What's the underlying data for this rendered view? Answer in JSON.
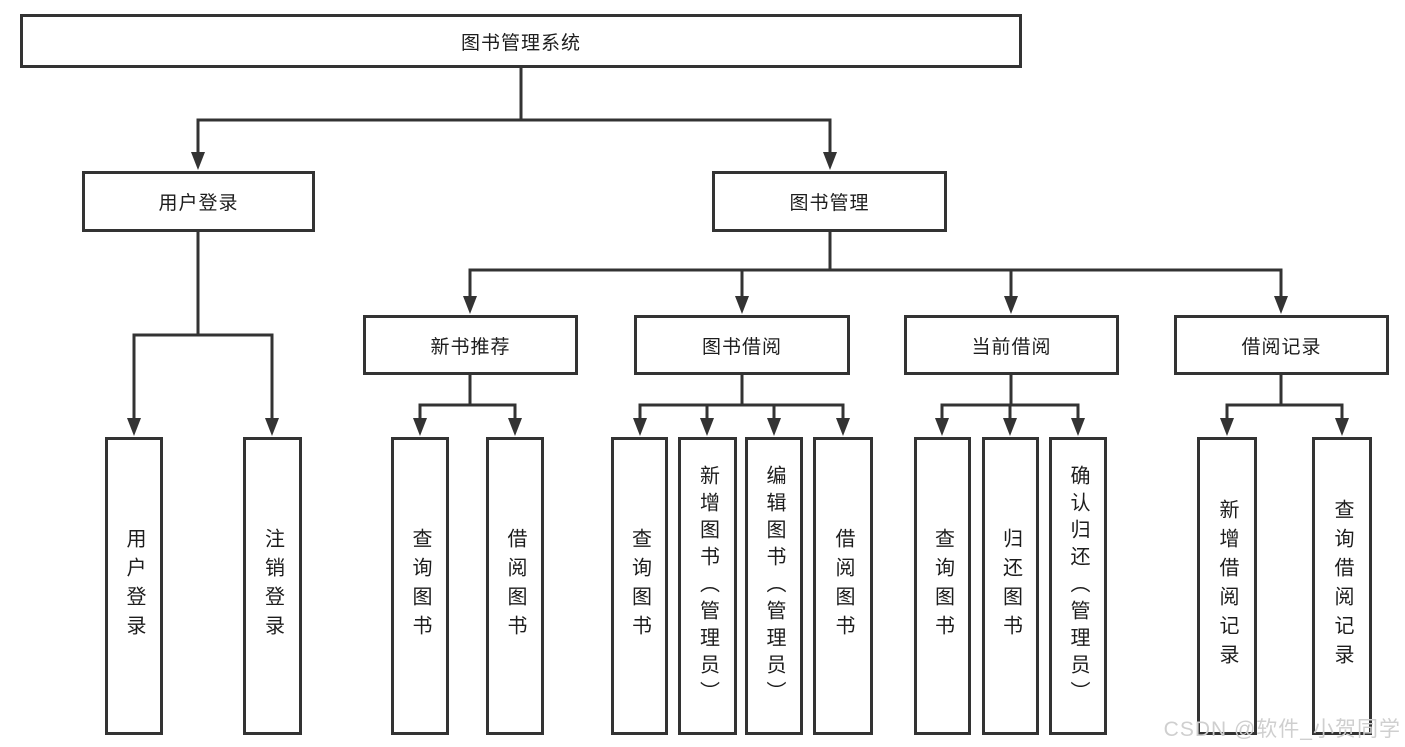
{
  "colors": {
    "line": "#333333",
    "box_border": "#333333",
    "text": "#1d1d1d",
    "watermark": "#cfcfcf",
    "background": "#ffffff"
  },
  "tree": {
    "root": {
      "label": "图书管理系统"
    },
    "level2": [
      {
        "label": "用户登录",
        "parent": "图书管理系统"
      },
      {
        "label": "图书管理",
        "parent": "图书管理系统"
      }
    ],
    "level3": [
      {
        "label": "新书推荐",
        "parent": "图书管理"
      },
      {
        "label": "图书借阅",
        "parent": "图书管理"
      },
      {
        "label": "当前借阅",
        "parent": "图书管理"
      },
      {
        "label": "借阅记录",
        "parent": "图书管理"
      }
    ],
    "leaves": [
      {
        "label": "用户登录",
        "parent": "用户登录"
      },
      {
        "label": "注销登录",
        "parent": "用户登录"
      },
      {
        "label": "查询图书",
        "parent": "新书推荐"
      },
      {
        "label": "借阅图书",
        "parent": "新书推荐"
      },
      {
        "label": "查询图书",
        "parent": "图书借阅"
      },
      {
        "label": "新增图书（管理员）",
        "parent": "图书借阅"
      },
      {
        "label": "编辑图书（管理员）",
        "parent": "图书借阅"
      },
      {
        "label": "借阅图书",
        "parent": "图书借阅"
      },
      {
        "label": "查询图书",
        "parent": "当前借阅"
      },
      {
        "label": "归还图书",
        "parent": "当前借阅"
      },
      {
        "label": "确认归还（管理员）",
        "parent": "当前借阅"
      },
      {
        "label": "新增借阅记录",
        "parent": "借阅记录"
      },
      {
        "label": "查询借阅记录",
        "parent": "借阅记录"
      }
    ]
  },
  "watermark": {
    "text": "CSDN @软件_小贺同学"
  }
}
